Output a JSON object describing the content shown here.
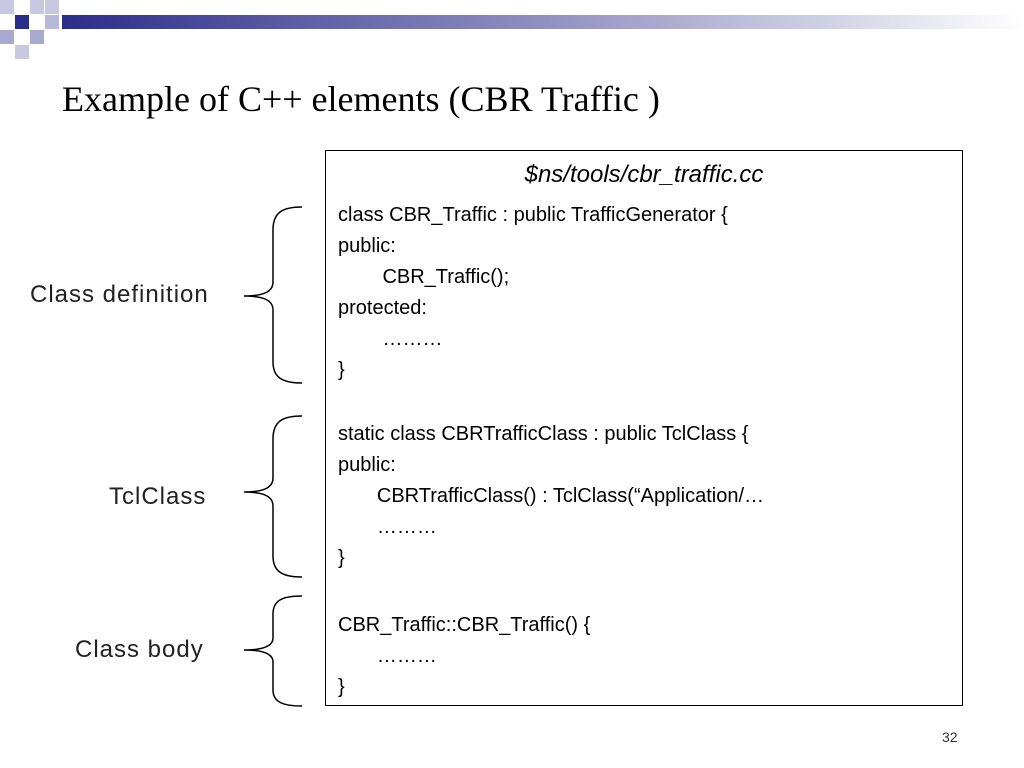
{
  "title": "Example of C++ elements (CBR Traffic )",
  "code_box": {
    "filename": "$ns/tools/cbr_traffic.cc",
    "blocks": [
      {
        "lines": [
          "class CBR_Traffic : public TrafficGenerator {",
          "public:",
          "        CBR_Traffic();",
          "protected:",
          "        ………",
          "}"
        ]
      },
      {
        "lines": [
          "static class CBRTrafficClass : public TclClass {",
          "public:",
          "       CBRTrafficClass() : TclClass(“Application/…",
          "       ………",
          "}"
        ]
      },
      {
        "lines": [
          "CBR_Traffic::CBR_Traffic() {",
          "       ………",
          "}"
        ]
      }
    ]
  },
  "labels": {
    "class_definition": "Class definition",
    "tclclass": "TclClass",
    "class_body": "Class body"
  },
  "page_number": "32",
  "colors": {
    "deco_dark": "#2b2d8a",
    "deco_light": "#a9a9cf"
  }
}
